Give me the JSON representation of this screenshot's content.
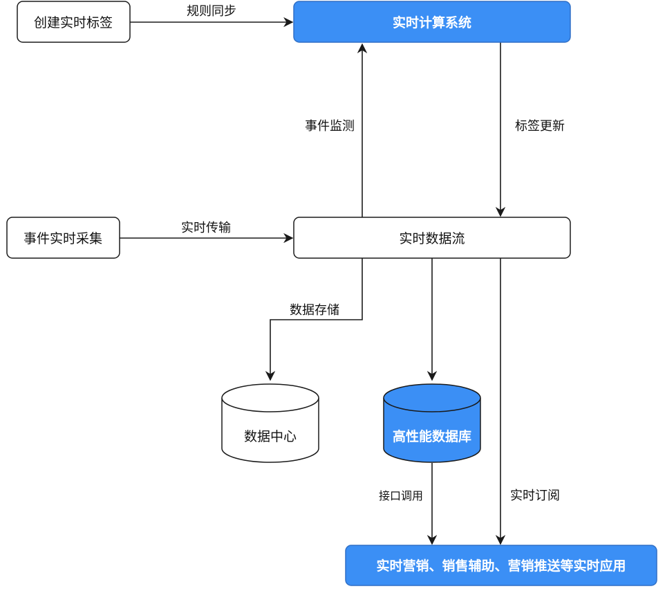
{
  "colors": {
    "accent": "#3b8ff5",
    "accent_border": "#2f6fc6",
    "stroke": "#1a1a1a",
    "white": "#ffffff"
  },
  "nodes": {
    "create_tag": "创建实时标签",
    "compute_system": "实时计算系统",
    "event_collect": "事件实时采集",
    "data_stream": "实时数据流",
    "data_center": "数据中心",
    "hp_database": "高性能数据库",
    "applications": "实时营销、销售辅助、营销推送等实时应用"
  },
  "edges": {
    "rule_sync": "规则同步",
    "event_monitor": "事件监测",
    "tag_update": "标签更新",
    "realtime_transfer": "实时传输",
    "data_storage": "数据存储",
    "api_call": "接口调用",
    "realtime_subscribe": "实时订阅"
  }
}
